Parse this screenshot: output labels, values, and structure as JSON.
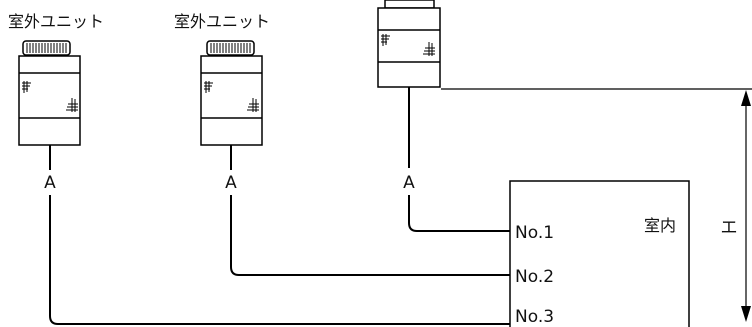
{
  "diagram": {
    "outdoor_units": [
      {
        "label": "室外ユニット",
        "pipe_label": "A",
        "port": "No.3"
      },
      {
        "label": "室外ユニット",
        "pipe_label": "A",
        "port": "No.2"
      },
      {
        "label": "",
        "pipe_label": "A",
        "port": "No.1"
      }
    ],
    "indoor": {
      "label": "室内",
      "ports": [
        "No.1",
        "No.2",
        "No.3"
      ]
    },
    "dimension": {
      "label": "エ"
    }
  }
}
